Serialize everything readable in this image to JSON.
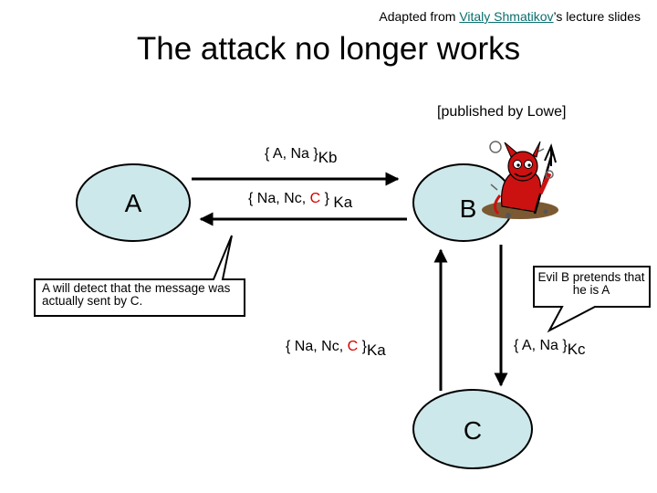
{
  "credit": {
    "prefix": "Adapted from ",
    "author": "Vitaly Shmatikov",
    "suffix": "’s lecture slides"
  },
  "title": "The attack no longer works",
  "citation": "[published by Lowe]",
  "nodes": {
    "a": "A",
    "b": "B",
    "c": "C"
  },
  "messages": {
    "m1": {
      "open": "{ A, Na }",
      "key": "Kb"
    },
    "m2": {
      "open": "{ Na, Nc, ",
      "red": "C",
      "close": " }",
      "key": "Ka"
    },
    "m3": {
      "open": "{ Na, Nc, ",
      "red": "C",
      "close": " }",
      "key": "Ka"
    },
    "m4": {
      "open": "{ A, Na }",
      "key": "Kc"
    }
  },
  "callouts": {
    "a": "A will detect that the message was actually sent by C.",
    "b": "Evil B pretends that he is A"
  },
  "colors": {
    "node_fill": "#cde8ea",
    "highlight": "#d60000",
    "devil": "#cc1111"
  },
  "icons": {
    "devil": "devil-icon"
  }
}
